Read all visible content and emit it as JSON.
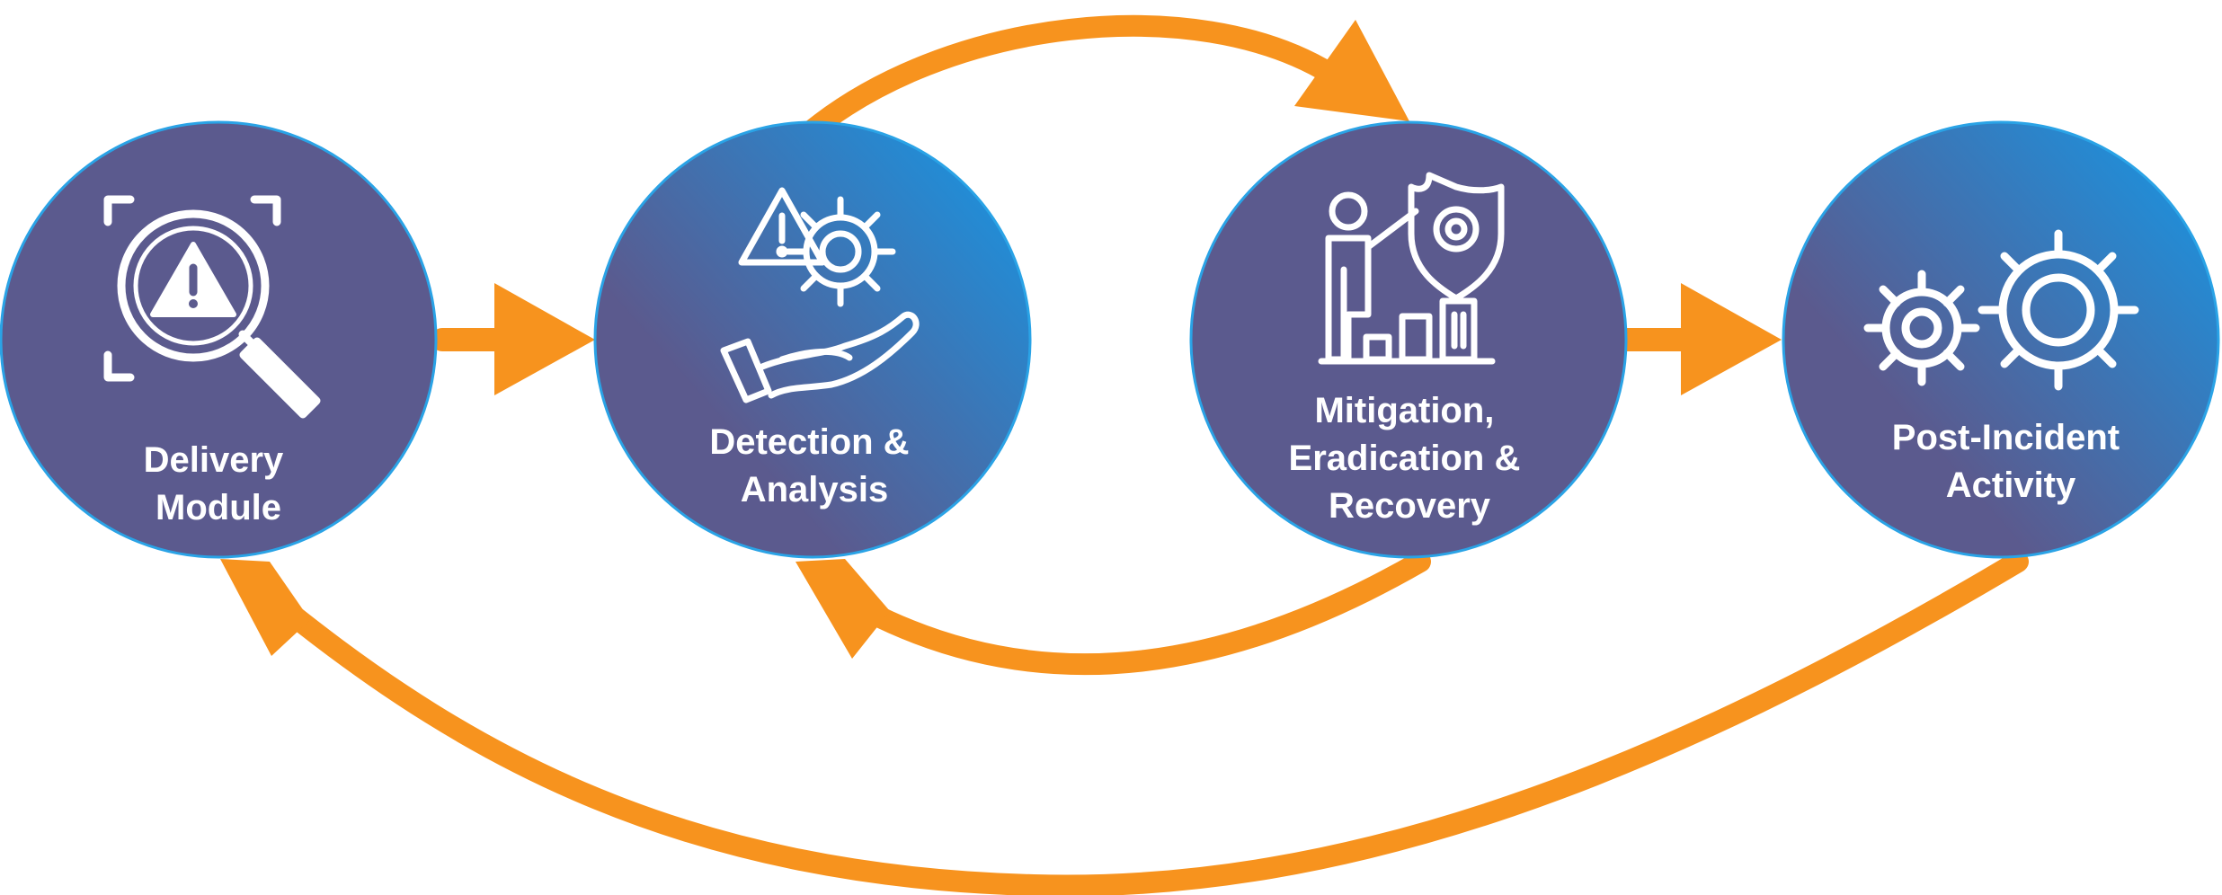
{
  "colors": {
    "arrow": "#F7931E",
    "circle_dark": "#5B5A8E",
    "circle_light": "#1E90DB",
    "icon": "#ffffff"
  },
  "nodes": [
    {
      "id": "delivery",
      "icon": "magnifier-warning-icon",
      "label_lines": [
        "Delivery",
        "Module"
      ]
    },
    {
      "id": "detection",
      "icon": "hand-warning-gear-icon",
      "label_lines": [
        "Detection &",
        "Analysis"
      ]
    },
    {
      "id": "mitigation",
      "icon": "person-shield-chart-icon",
      "label_lines": [
        "Mitigation,",
        "Eradication &",
        "Recovery"
      ]
    },
    {
      "id": "post",
      "icon": "gears-icon",
      "label_lines": [
        "Post-Incident",
        "Activity"
      ]
    }
  ]
}
